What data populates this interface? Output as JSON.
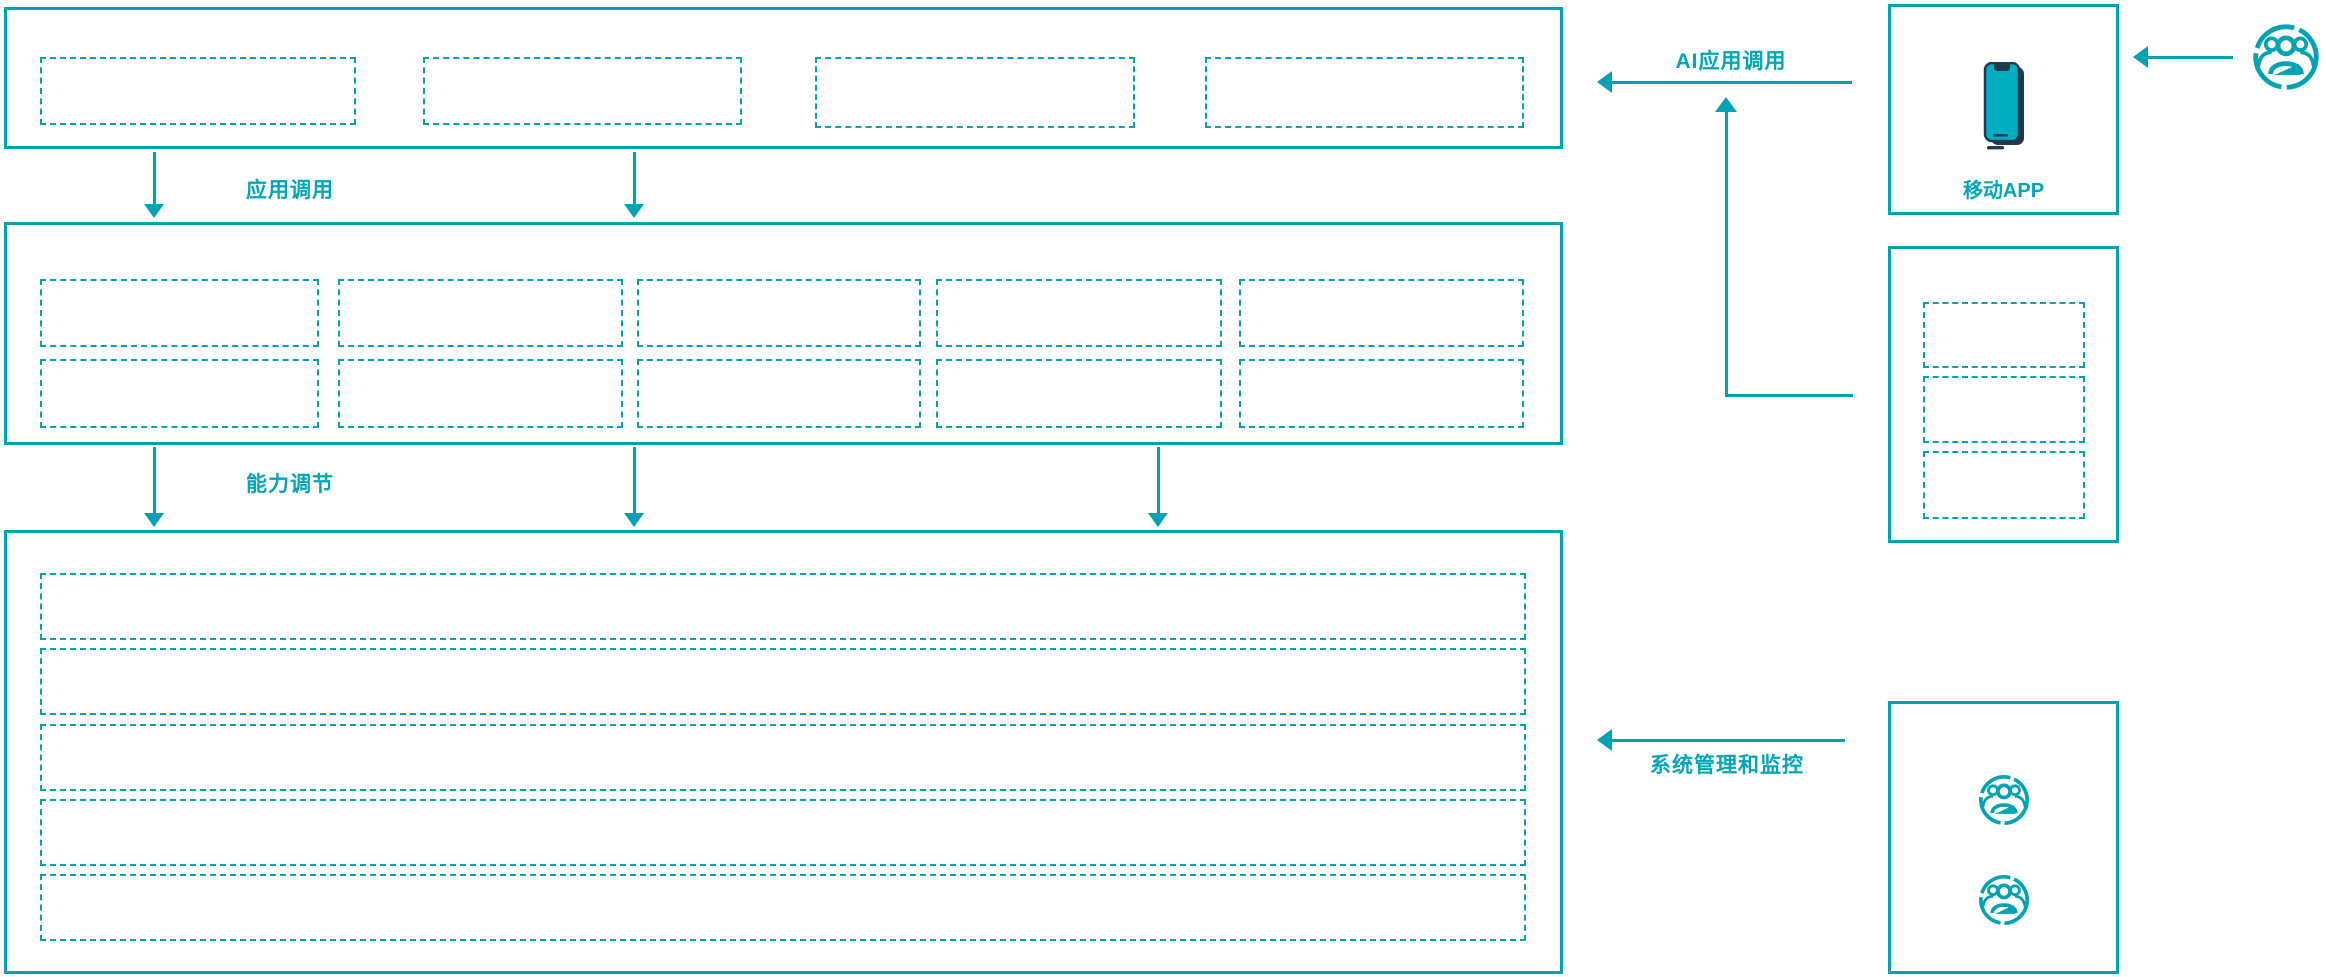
{
  "diagram": {
    "flow_labels": {
      "app_call": "应用调用",
      "capability_adjust": "能力调节",
      "ai_app_call": "AI应用调用",
      "system_management": "系统管理和监控"
    },
    "right_panel": {
      "mobile_app_label": "移动APP",
      "mobile_app_icon": "mobile-phone-icon",
      "admin_icon": "users-group-icon",
      "external_user_icon": "users-group-icon"
    },
    "colors": {
      "accent": "#00a3b4",
      "label_text": "#00a6b8",
      "phone_fill": "#00b0c2",
      "phone_dark": "#1f3a50",
      "background": "#ffffff"
    }
  }
}
